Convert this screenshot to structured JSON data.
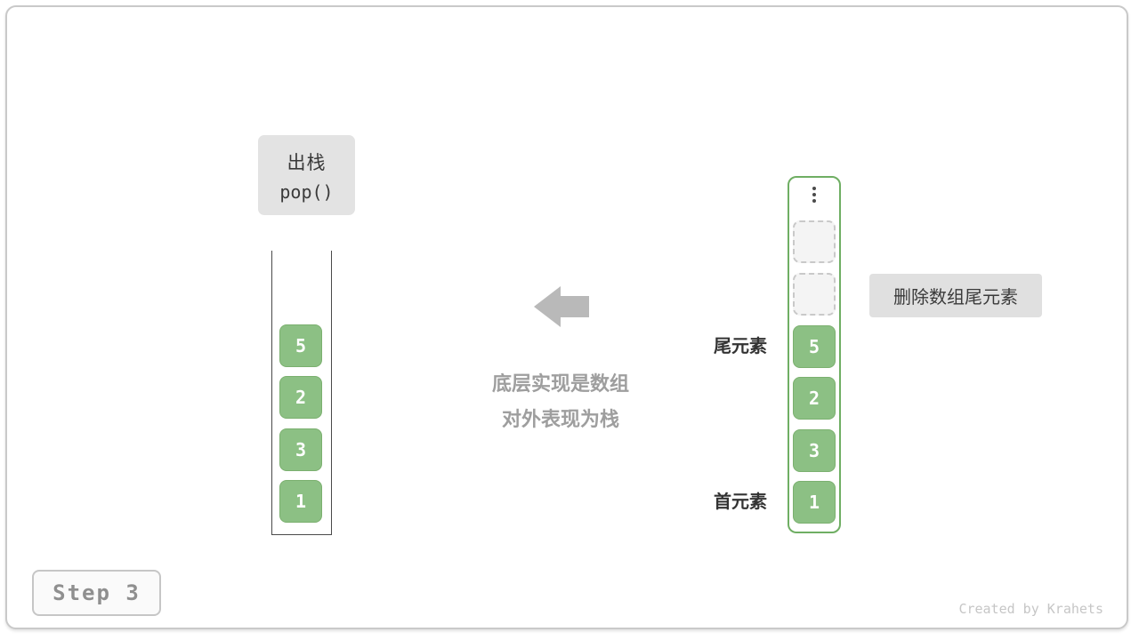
{
  "pop_label": {
    "line1": "出栈",
    "line2": "pop()"
  },
  "left_stack": {
    "values": [
      "5",
      "2",
      "3",
      "1"
    ]
  },
  "center_caption": {
    "line1": "底层实现是数组",
    "line2": "对外表现为栈"
  },
  "right_array": {
    "values": [
      "5",
      "2",
      "3",
      "1"
    ],
    "empty_slots": 2,
    "tail_label": "尾元素",
    "head_label": "首元素"
  },
  "annotation": {
    "text": "删除数组尾元素"
  },
  "footer": {
    "step_label": "Step 3",
    "credit": "Created by Krahets"
  },
  "colors": {
    "cell_green": "#8cc084",
    "array_border_green": "#6fae63",
    "label_gray_bg": "#e3e3e3",
    "arrow_gray": "#b9b9b9",
    "caption_gray": "#9e9e9e"
  }
}
